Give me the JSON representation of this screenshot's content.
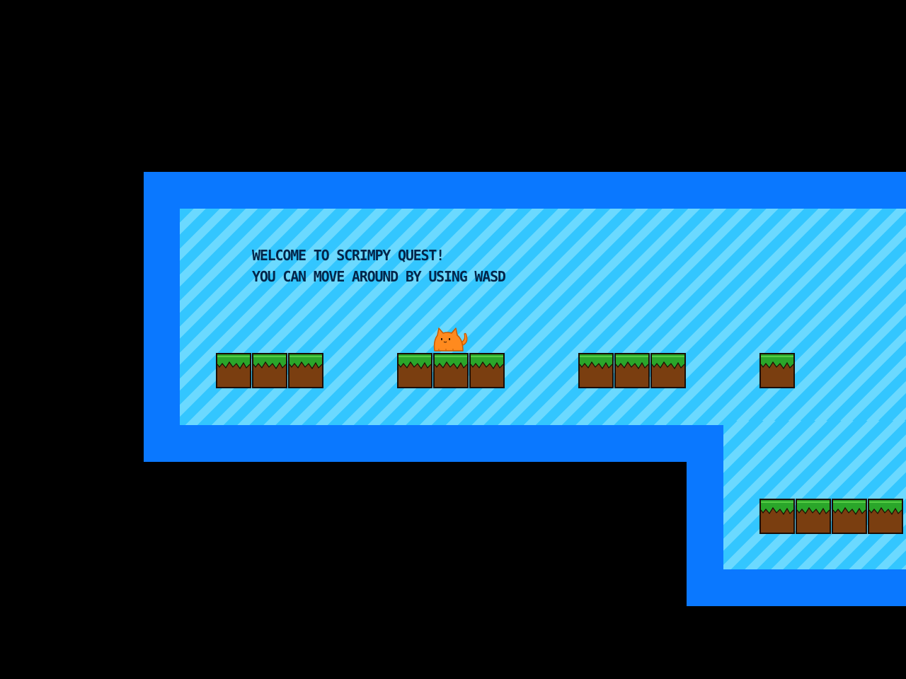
{
  "game": {
    "welcome_lines": [
      "WELCOME TO SCRIMPY QUEST!",
      "YOU CAN MOVE AROUND BY USING WASD"
    ],
    "colors": {
      "background": "#000000",
      "wall": "#0a78ff",
      "water_light": "#6bd9ff",
      "water_dark": "#33c6ff",
      "grass": "#2aa62a",
      "dirt": "#7a3e10",
      "cat": "#ff8a1e"
    },
    "sprites": {
      "player": "orange-cat",
      "tile": "grass-dirt-block"
    }
  }
}
